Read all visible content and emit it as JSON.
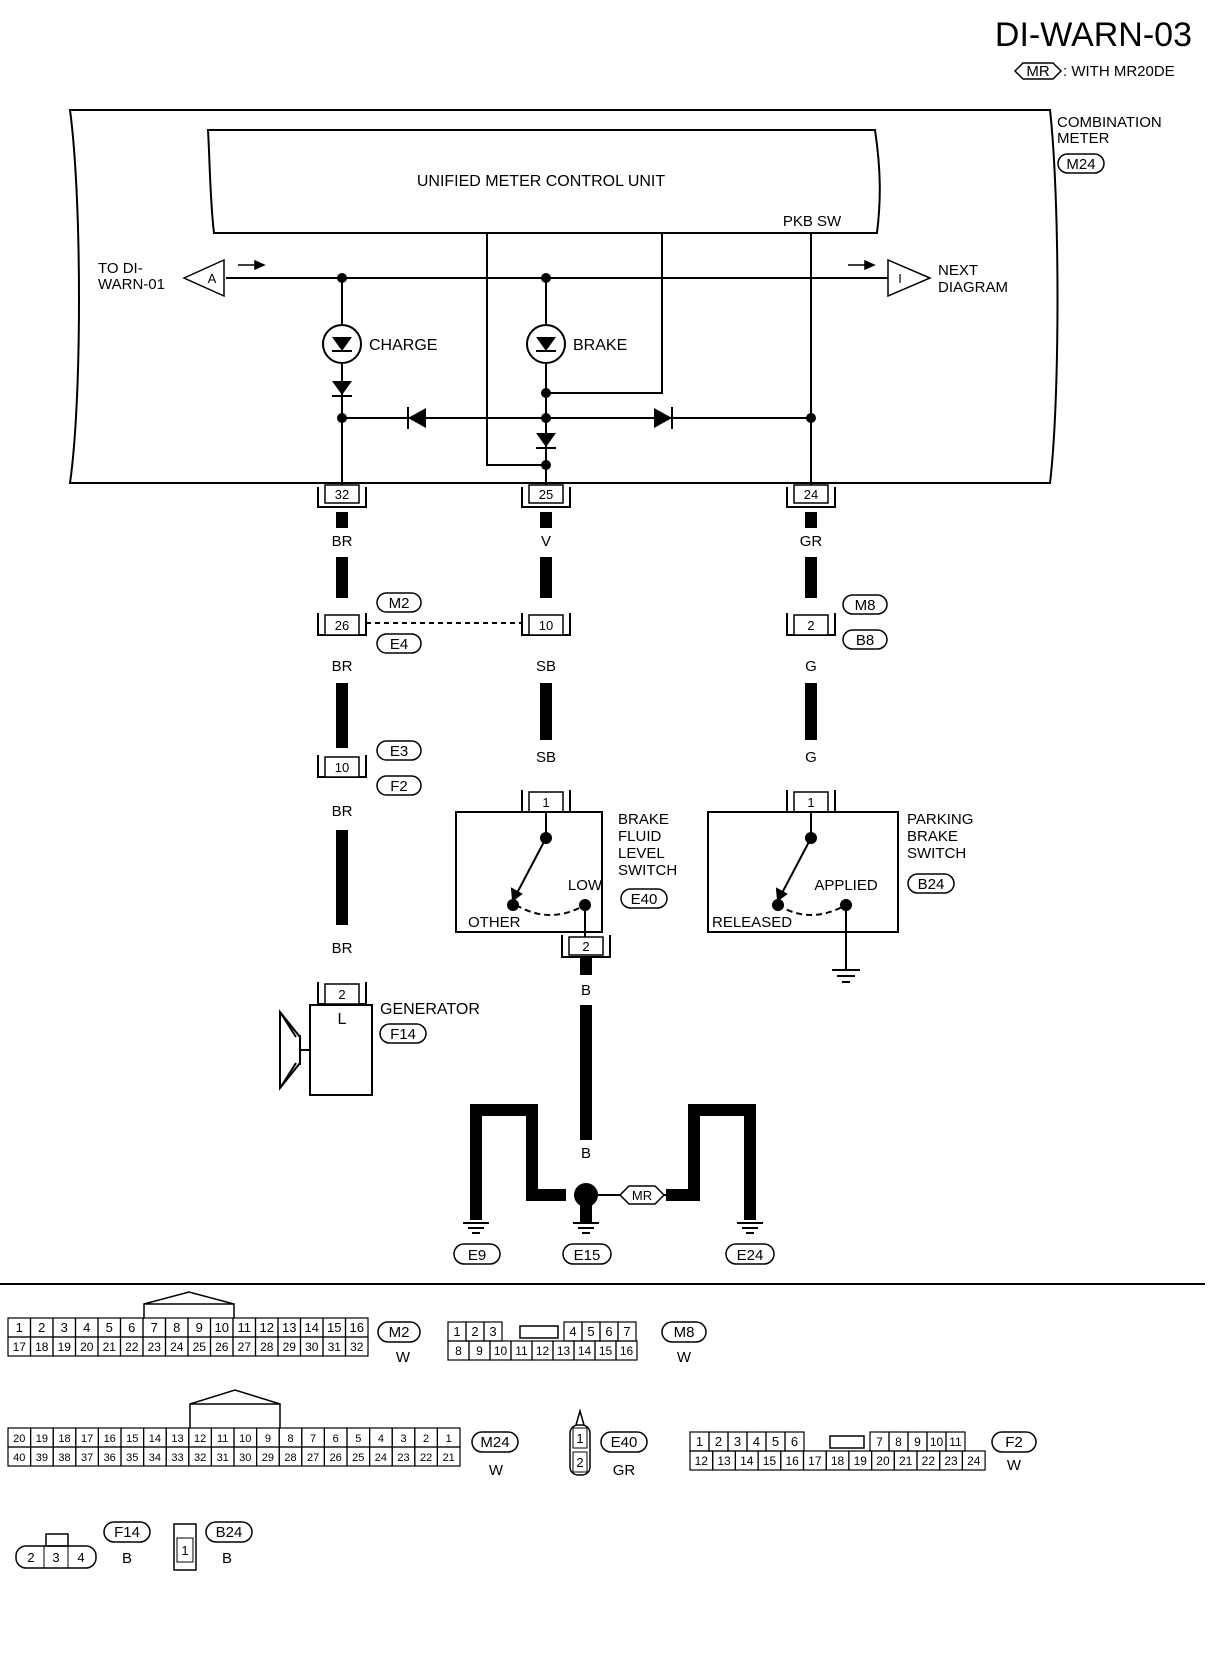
{
  "header": {
    "title": "DI-WARN-03",
    "mr_code": "MR",
    "mr_note": ": WITH MR20DE"
  },
  "combination_meter": {
    "name_line1": "COMBINATION",
    "name_line2": "METER",
    "connector": "M24",
    "control_unit": "UNIFIED METER CONTROL UNIT",
    "pkb_sw": "PKB SW",
    "to_label_1": "TO DI-",
    "to_label_2": "WARN-01",
    "to_marker": "A",
    "next_label_1": "NEXT",
    "next_label_2": "DIAGRAM",
    "next_marker": "I",
    "charge": "CHARGE",
    "brake": "BRAKE",
    "pins": [
      "32",
      "25",
      "24"
    ]
  },
  "wires": {
    "left": [
      "BR",
      "BR",
      "BR",
      "BR"
    ],
    "middle": [
      "V",
      "SB",
      "SB"
    ],
    "right": [
      "GR",
      "G",
      "G"
    ],
    "ground": "B"
  },
  "connectors": {
    "m2": {
      "code": "M2",
      "pin": "26"
    },
    "e4": {
      "code": "E4",
      "pin": "10"
    },
    "m8": {
      "code": "M8",
      "pin": "2"
    },
    "b8": {
      "code": "B8"
    },
    "e3": {
      "code": "E3",
      "pin": "10"
    },
    "f2": {
      "code": "F2"
    }
  },
  "brake_fluid": {
    "l1": "BRAKE",
    "l2": "FLUID",
    "l3": "LEVEL",
    "l4": "SWITCH",
    "code": "E40",
    "low": "LOW",
    "other": "OTHER",
    "pin_top": "1",
    "pin_bottom": "2"
  },
  "parking_brake": {
    "l1": "PARKING",
    "l2": "BRAKE",
    "l3": "SWITCH",
    "code": "B24",
    "applied": "APPLIED",
    "released": "RELEASED",
    "pin": "1"
  },
  "generator": {
    "label": "GENERATOR",
    "code": "F14",
    "pin": "2",
    "terminal": "L"
  },
  "grounds": {
    "e9": "E9",
    "e15": "E15",
    "e24": "E24",
    "mr": "MR"
  },
  "connector_views": {
    "m2": {
      "code": "M2",
      "color": "W",
      "row1": [
        "1",
        "2",
        "3",
        "4",
        "5",
        "6",
        "7",
        "8",
        "9",
        "10",
        "11",
        "12",
        "13",
        "14",
        "15",
        "16"
      ],
      "row2": [
        "17",
        "18",
        "19",
        "20",
        "21",
        "22",
        "23",
        "24",
        "25",
        "26",
        "27",
        "28",
        "29",
        "30",
        "31",
        "32"
      ]
    },
    "m8": {
      "code": "M8",
      "color": "W",
      "row1a": [
        "1",
        "2",
        "3"
      ],
      "row1b": [
        "4",
        "5",
        "6",
        "7"
      ],
      "row2": [
        "8",
        "9",
        "10",
        "11",
        "12",
        "13",
        "14",
        "15",
        "16"
      ]
    },
    "m24": {
      "code": "M24",
      "color": "W",
      "row1": [
        "20",
        "19",
        "18",
        "17",
        "16",
        "15",
        "14",
        "13",
        "12",
        "11",
        "10",
        "9",
        "8",
        "7",
        "6",
        "5",
        "4",
        "3",
        "2",
        "1"
      ],
      "row2": [
        "40",
        "39",
        "38",
        "37",
        "36",
        "35",
        "34",
        "33",
        "32",
        "31",
        "30",
        "29",
        "28",
        "27",
        "26",
        "25",
        "24",
        "23",
        "22",
        "21"
      ]
    },
    "e40": {
      "code": "E40",
      "color": "GR",
      "pins": [
        "1",
        "2"
      ]
    },
    "f2": {
      "code": "F2",
      "color": "W",
      "row1a": [
        "1",
        "2",
        "3",
        "4",
        "5",
        "6"
      ],
      "row1b": [
        "7",
        "8",
        "9",
        "10",
        "11"
      ],
      "row2": [
        "12",
        "13",
        "14",
        "15",
        "16",
        "17",
        "18",
        "19",
        "20",
        "21",
        "22",
        "23",
        "24"
      ]
    },
    "f14": {
      "code": "F14",
      "color": "B",
      "pins": [
        "2",
        "3",
        "4"
      ]
    },
    "b24": {
      "code": "B24",
      "color": "B",
      "pin": "1"
    }
  }
}
